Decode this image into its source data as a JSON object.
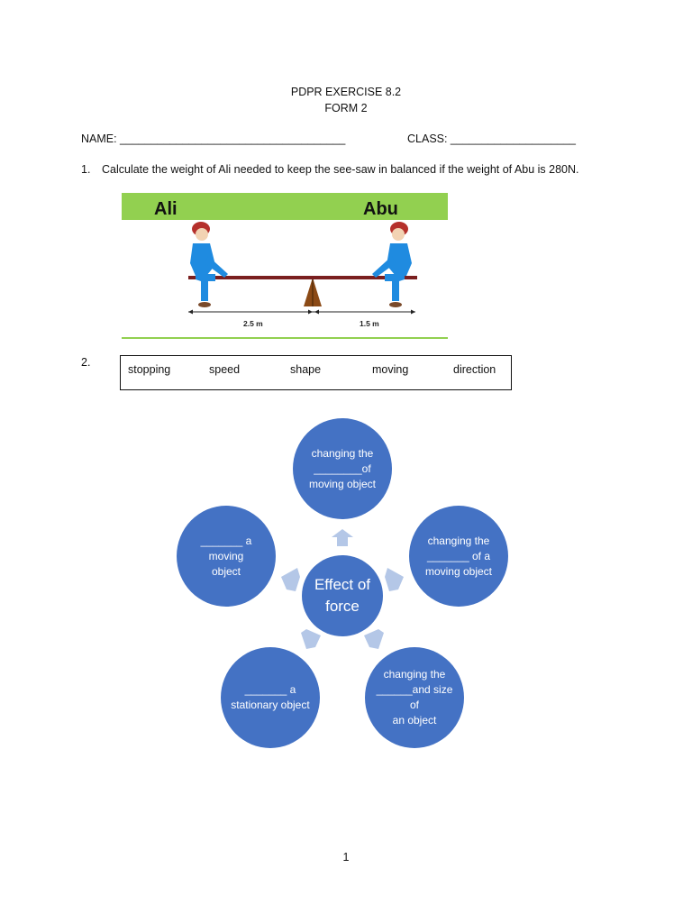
{
  "header": {
    "title": "PDPR EXERCISE 8.2",
    "subtitle": "FORM 2"
  },
  "student": {
    "name_line": "NAME: ____________________________________",
    "class_line": "CLASS: ____________________"
  },
  "question1": {
    "number": "1.",
    "text": "Calculate the weight of Ali needed to keep the see-saw in balanced if the weight of Abu is 280N.",
    "figure": {
      "left_label": "Ali",
      "right_label": "Abu",
      "left_distance": "2.5 m",
      "right_distance": "1.5 m",
      "colors": {
        "banner": "#92d050",
        "shirt": "#1f8be0",
        "hair": "#b5302b",
        "plank": "#7a1f1f",
        "pivot": "#8b4a16"
      }
    }
  },
  "question2": {
    "number": "2.",
    "words": [
      "stopping",
      "speed",
      "shape",
      "moving",
      "direction"
    ],
    "diagram": {
      "center": "Effect of\nforce",
      "top": "changing the\n________of\nmoving object",
      "right": "changing the\n_______ of a\nmoving object",
      "bottom_right": "changing the\n______and size of\nan object",
      "bottom_left": "_______ a\nstationary object",
      "left": "_______ a moving\nobject",
      "colors": {
        "circle": "#4472c4",
        "arrow": "#b4c7e7"
      }
    }
  },
  "footer": {
    "page_number": "1"
  }
}
